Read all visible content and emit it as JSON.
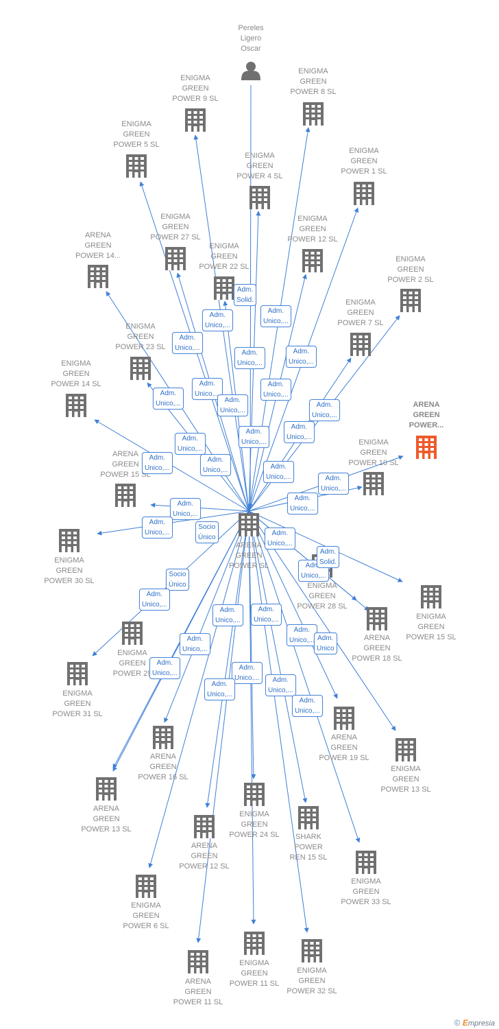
{
  "colors": {
    "edge": "#3f7fd6",
    "building": "#707070",
    "building_highlight": "#ef5a2a",
    "person": "#707070",
    "label": "#8a8a8a"
  },
  "center": {
    "name": "ARENA\nGREEN\nPOWER  SL"
  },
  "nodes": [
    {
      "name": "Pereles\nLigero\nOscar",
      "icon": "person-icon"
    },
    {
      "name": "ENIGMA\nGREEN\nPOWER 9  SL",
      "icon": "building-icon"
    },
    {
      "name": "ENIGMA\nGREEN\nPOWER 8  SL",
      "icon": "building-icon"
    },
    {
      "name": "ENIGMA\nGREEN\nPOWER 5  SL",
      "icon": "building-icon"
    },
    {
      "name": "ENIGMA\nGREEN\nPOWER 4  SL",
      "icon": "building-icon"
    },
    {
      "name": "ENIGMA\nGREEN\nPOWER 1  SL",
      "icon": "building-icon"
    },
    {
      "name": "ENIGMA\nGREEN\nPOWER 27  SL",
      "icon": "building-icon"
    },
    {
      "name": "ENIGMA\nGREEN\nPOWER 12  SL",
      "icon": "building-icon"
    },
    {
      "name": "ARENA\nGREEN\nPOWER 14...",
      "icon": "building-icon"
    },
    {
      "name": "ENIGMA\nGREEN\nPOWER 22  SL",
      "icon": "building-icon"
    },
    {
      "name": "ENIGMA\nGREEN\nPOWER 2  SL",
      "icon": "building-icon"
    },
    {
      "name": "ENIGMA\nGREEN\nPOWER 7  SL",
      "icon": "building-icon"
    },
    {
      "name": "ENIGMA\nGREEN\nPOWER 23  SL",
      "icon": "building-icon"
    },
    {
      "name": "ENIGMA\nGREEN\nPOWER 14  SL",
      "icon": "building-icon"
    },
    {
      "name": "ARENA\nGREEN\nPOWER...",
      "icon": "building-icon",
      "highlight": true
    },
    {
      "name": "ARENA\nGREEN\nPOWER 15  SL",
      "icon": "building-icon"
    },
    {
      "name": "ENIGMA\nGREEN\nPOWER 10  SL",
      "icon": "building-icon"
    },
    {
      "name": "ENIGMA\nGREEN\nPOWER 30  SL",
      "icon": "building-icon"
    },
    {
      "name": "ENIGMA\nGREEN\nPOWER 15  SL",
      "icon": "building-icon"
    },
    {
      "name": "ENIGMA\nGREEN\nPOWER 28  SL",
      "icon": "building-icon"
    },
    {
      "name": "ARENA\nGREEN\nPOWER 18  SL",
      "icon": "building-icon"
    },
    {
      "name": "ENIGMA\nGREEN\nPOWER 29",
      "icon": "building-icon"
    },
    {
      "name": "ENIGMA\nGREEN\nPOWER 31  SL",
      "icon": "building-icon"
    },
    {
      "name": "ARENA\nGREEN\nPOWER 16  SL",
      "icon": "building-icon"
    },
    {
      "name": "ARENA\nGREEN\nPOWER 19  SL",
      "icon": "building-icon"
    },
    {
      "name": "ENIGMA\nGREEN\nPOWER 13  SL",
      "icon": "building-icon"
    },
    {
      "name": "ARENA\nGREEN\nPOWER 13  SL",
      "icon": "building-icon"
    },
    {
      "name": "ENIGMA\nGREEN\nPOWER 24  SL",
      "icon": "building-icon"
    },
    {
      "name": "ARENA\nGREEN\nPOWER 12  SL",
      "icon": "building-icon"
    },
    {
      "name": "SHARK\nPOWER\nREN 15  SL",
      "icon": "building-icon"
    },
    {
      "name": "ENIGMA\nGREEN\nPOWER 33  SL",
      "icon": "building-icon"
    },
    {
      "name": "ENIGMA\nGREEN\nPOWER 6  SL",
      "icon": "building-icon"
    },
    {
      "name": "ENIGMA\nGREEN\nPOWER 11  SL",
      "icon": "building-icon"
    },
    {
      "name": "ENIGMA\nGREEN\nPOWER 32  SL",
      "icon": "building-icon"
    },
    {
      "name": "ARENA\nGREEN\nPOWER 11  SL",
      "icon": "building-icon"
    }
  ],
  "edge_labels": [
    "Adm.\nSolid.",
    "Adm.\nUnico,...",
    "Adm.\nUnico,...",
    "Adm.\nUnico,...",
    "Adm.\nUnico,...",
    "Adm.\nUnico,...",
    "Adm.\nUnico,...",
    "Adm.\nUnico,...",
    "Adm.\nUnico,...",
    "Adm.\nUnico,...",
    "Adm.\nUnico,...",
    "Adm.\nUnico,...",
    "Adm.\nUnico,...",
    "Adm.\nUnico,...",
    "Adm.\nUnico,...",
    "Adm.\nUnico,...",
    "Adm.\nUnico,...",
    "Adm.\nUnico,...",
    "Adm.\nUnico,...",
    "Adm.\nUnico,...",
    "Adm.\nUnico,...",
    "Socio\nÚnico",
    "Adm.\nUnico,...",
    "Adm.\nUnico,...",
    "Adm.\nSolid.",
    "Adm.\nUnico,...",
    "Socio\nÚnico",
    "Adm.\nUnico,...",
    "Adm.\nUnico,...",
    "Adm.\nUnico,...",
    "Adm.\nUnico,...",
    "Adm.\nUnico",
    "Adm.\nUnico,...",
    "Adm.\nUnico,...",
    "Adm.\nUnico,...",
    "Adm.\nUnico,...",
    "Adm.\nUnico,..."
  ],
  "copyright": {
    "symbol": "©",
    "brand_initial": "E",
    "brand_rest": "mpresia"
  }
}
